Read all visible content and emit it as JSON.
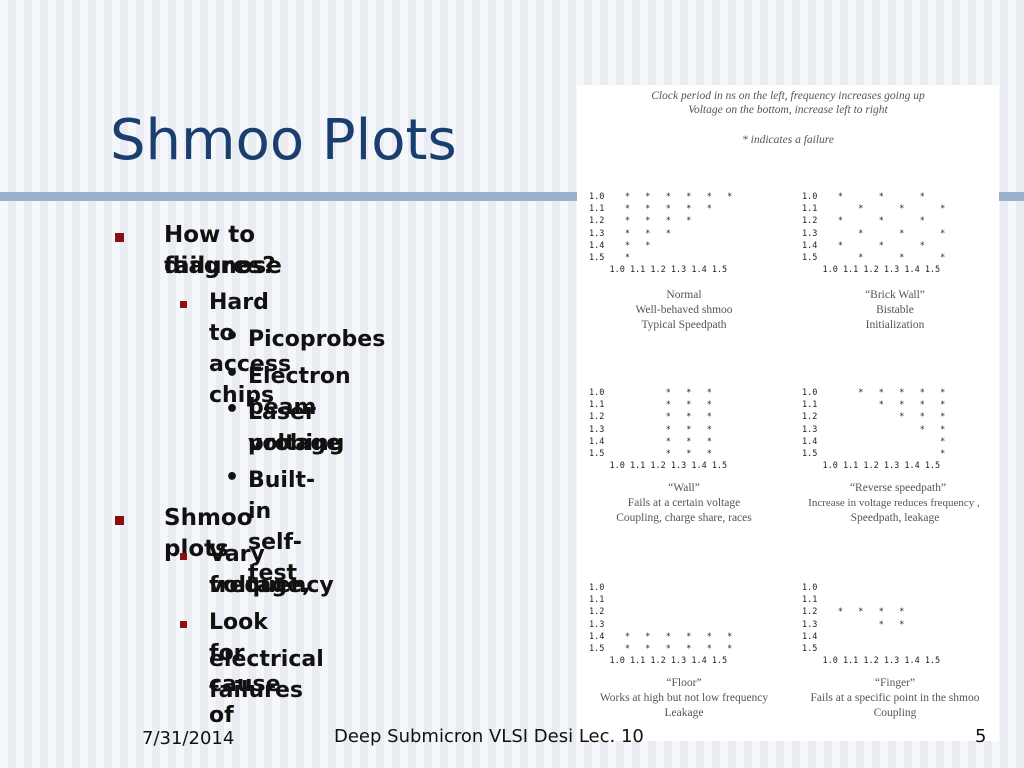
{
  "slide": {
    "title": "Shmoo Plots",
    "bullets": {
      "b1": "How to diagnose",
      "b1_cont": "failures?",
      "b1_1": "Hard to access chips",
      "b1_1_1": "Picoprobes",
      "b1_1_2": "Electron beam",
      "b1_1_3": "Laser voltage",
      "b1_1_3_cont": "probing",
      "b1_1_4": "Built-in self-test",
      "b2": "Shmoo plots",
      "b2_1": "Vary voltage,",
      "b2_1_cont": "frequency",
      "b2_2": "Look for cause of",
      "b2_2_cont": "electrical failures"
    },
    "bullet_glyph": "•"
  },
  "figure": {
    "header_line1": "Clock period in ns on the left, frequency increases going up",
    "header_line2": "Voltage on the bottom, increase left to right",
    "header_line3": "* indicates a failure",
    "plots": [
      {
        "grid": "1.0    *   *   *   *   *   *\n1.1    *   *   *   *   *\n1.2    *   *   *   *\n1.3    *   *   *\n1.4    *   *\n1.5    *\n    1.0 1.1 1.2 1.3 1.4 1.5",
        "name": "Normal",
        "line2": "Well-behaved shmoo",
        "line3": "Typical Speedpath"
      },
      {
        "grid": "1.0    *       *       *\n1.1        *       *       *\n1.2    *       *       *\n1.3        *       *       *\n1.4    *       *       *\n1.5        *       *       *\n    1.0 1.1 1.2 1.3 1.4 1.5",
        "name": "“Brick Wall”",
        "line2": "Bistable",
        "line3": "Initialization"
      },
      {
        "grid": "1.0            *   *   *\n1.1            *   *   *\n1.2            *   *   *\n1.3            *   *   *\n1.4            *   *   *\n1.5            *   *   *\n    1.0 1.1 1.2 1.3 1.4 1.5",
        "name": "“Wall”",
        "line2": "Fails at a certain voltage",
        "line3": "Coupling, charge share, races"
      },
      {
        "grid": "1.0        *   *   *   *   *\n1.1            *   *   *   *\n1.2                *   *   *\n1.3                    *   *\n1.4                        *\n1.5                        *\n    1.0 1.1 1.2 1.3 1.4 1.5",
        "name": "“Reverse speedpath”",
        "line2": "Increase in voltage reduces frequency ,",
        "line3": "Speedpath, leakage"
      },
      {
        "grid": "1.0\n1.1\n1.2\n1.3\n1.4    *   *   *   *   *   *\n1.5    *   *   *   *   *   *\n    1.0 1.1 1.2 1.3 1.4 1.5",
        "name": "“Floor”",
        "line2": "Works at high but not low frequency",
        "line3": "Leakage"
      },
      {
        "grid": "1.0\n1.1\n1.2    *   *   *   *\n1.3            *   *\n1.4\n1.5\n    1.0 1.1 1.2 1.3 1.4 1.5",
        "name": "“Finger”",
        "line2": "Fails at a specific point in the shmoo",
        "line3": "Coupling"
      }
    ]
  },
  "footer": {
    "date": "7/31/2014",
    "title": "Deep Submicron VLSI Desi  Lec. 10",
    "page": "5"
  }
}
